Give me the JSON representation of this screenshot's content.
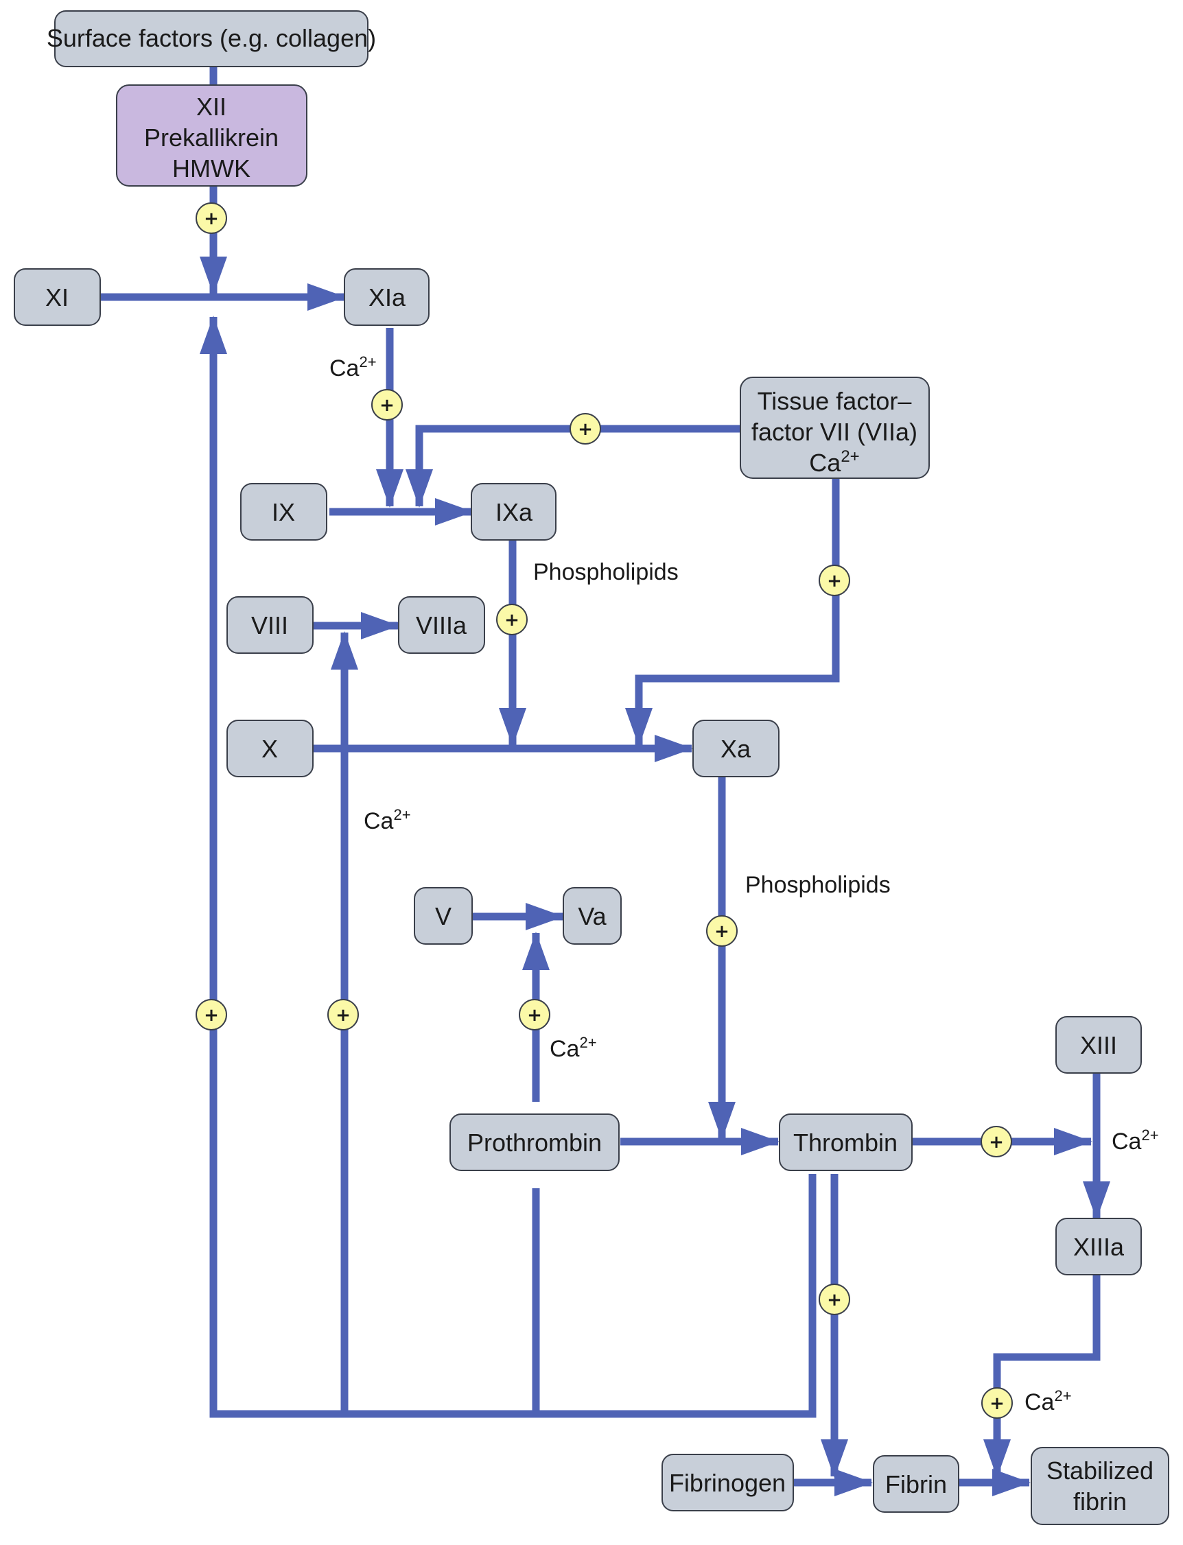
{
  "nodes": {
    "surface": "Surface factors (e.g. collagen)",
    "xii": [
      "XII",
      "Prekallikrein",
      "HMWK"
    ],
    "xi": "XI",
    "xia": "XIa",
    "tf": [
      "Tissue factor–",
      "factor VII (VIIa)",
      "Ca"
    ],
    "ix": "IX",
    "ixa": "IXa",
    "viii": "VIII",
    "viiia": "VIIIa",
    "x": "X",
    "xa": "Xa",
    "v": "V",
    "va": "Va",
    "prothrombin": "Prothrombin",
    "thrombin": "Thrombin",
    "xiii": "XIII",
    "xiiia": "XIIIa",
    "fibrinogen": "Fibrinogen",
    "fibrin": "Fibrin",
    "stabilized": [
      "Stabilized",
      "fibrin"
    ]
  },
  "labels": {
    "ca": "Ca",
    "ca_sup": "2+",
    "phospholipids": "Phospholipids",
    "plus": "+"
  },
  "colors": {
    "node_fill": "#c8cfd9",
    "node_fill_highlight": "#c9b8df",
    "arrow": "#4f63b5",
    "activation_marker": "#fbf9a8"
  }
}
